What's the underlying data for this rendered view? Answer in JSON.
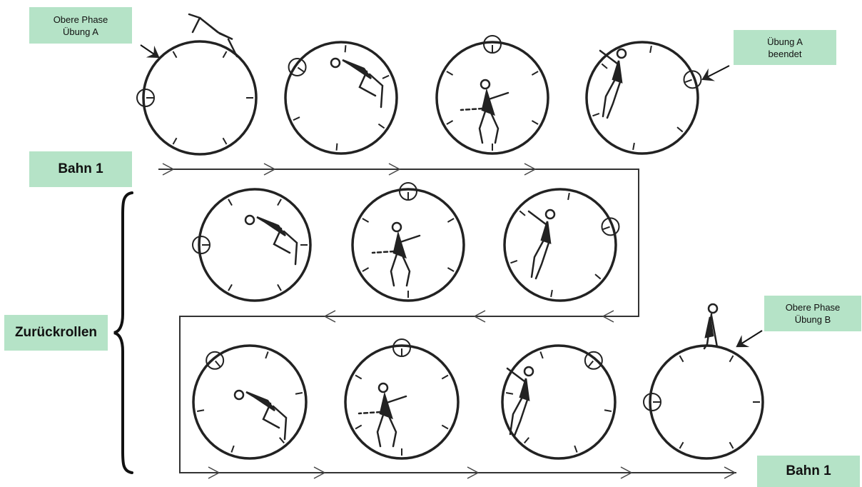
{
  "labels": {
    "obere_phase_a": {
      "line1": "Obere Phase",
      "line2": "Übung A"
    },
    "uebung_a_beendet": {
      "line1": "Übung A",
      "line2": "beendet"
    },
    "bahn_top": "Bahn 1",
    "zurueckrollen": "Zurückrollen",
    "obere_phase_b": {
      "line1": "Obere Phase",
      "line2": "Übung B"
    },
    "bahn_bottom": "Bahn 1"
  },
  "rows": [
    {
      "name": "row-1",
      "wheel_count": 4
    },
    {
      "name": "row-2",
      "wheel_count": 3
    },
    {
      "name": "row-3",
      "wheel_count": 4
    }
  ],
  "colors": {
    "label_bg": "#b5e3c7",
    "ink": "#222222"
  }
}
